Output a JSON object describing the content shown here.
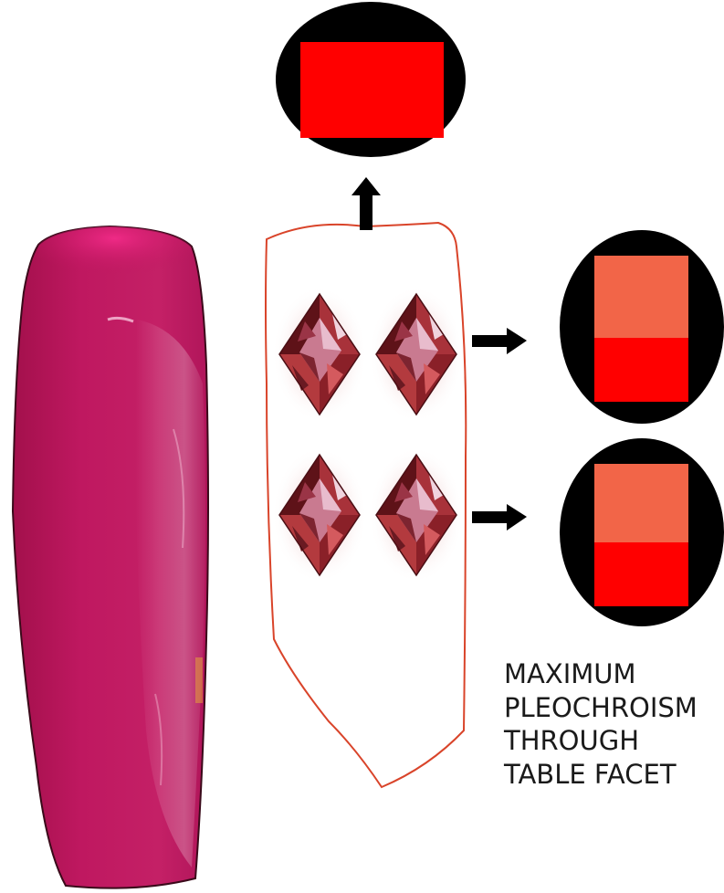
{
  "caption": {
    "lines": [
      "MAXIMUM",
      "PLEOCHROISM",
      "THROUGH",
      "TABLE FACET"
    ]
  },
  "colors": {
    "crystal": "#b8155a",
    "crystal_highlight": "#e0267a",
    "outline": "#d9442a",
    "disc_ring": "#000000",
    "deep_red": "#ff0000",
    "orange_red": "#f26548",
    "arrow": "#000000",
    "gem_body": "#8c2424",
    "gem_light": "#d9a5b8"
  },
  "icons": {
    "crystal": "ruby-crystal-photo",
    "gems": "faceted-gem-icon",
    "arrows": "arrow-icon",
    "discs": "pleochroism-color-disc"
  },
  "pleochroism_views": [
    {
      "view": "top",
      "colors": [
        "deep_red"
      ]
    },
    {
      "view": "side-upper",
      "colors": [
        "orange_red",
        "deep_red"
      ]
    },
    {
      "view": "side-lower",
      "colors": [
        "orange_red",
        "deep_red"
      ]
    }
  ]
}
